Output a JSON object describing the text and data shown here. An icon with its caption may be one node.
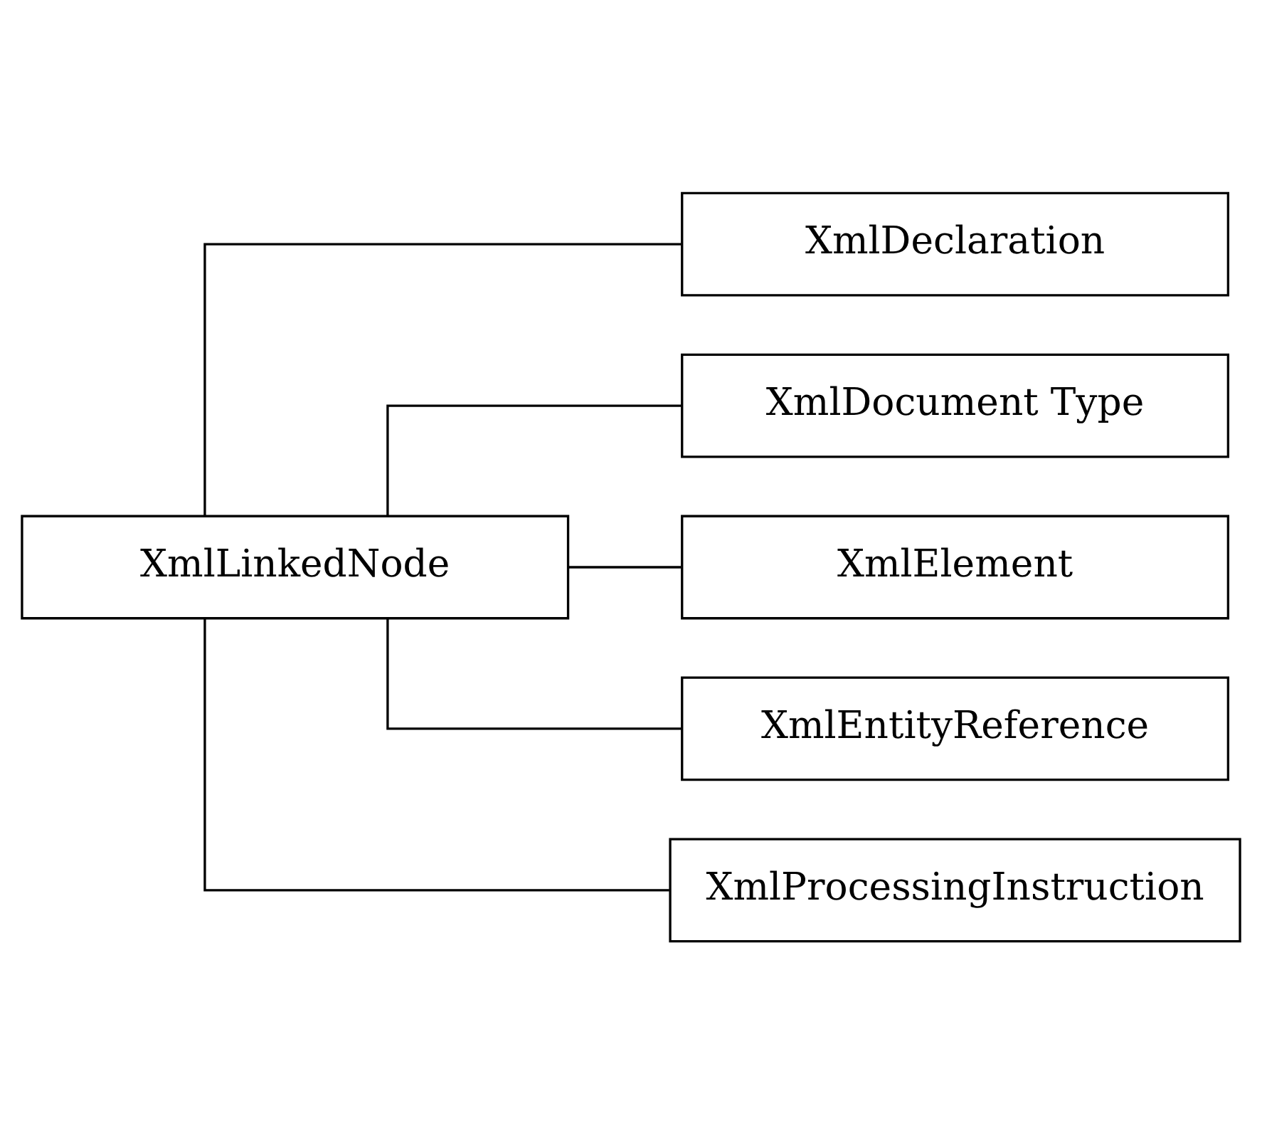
{
  "diagram": {
    "nodes": [
      {
        "text": [
          "XmlLinkedNode"
        ]
      },
      {
        "text": [
          "XmlDeclaration"
        ]
      },
      {
        "text": [
          "XmlDocument Type"
        ]
      },
      {
        "text": [
          "XmlElement"
        ]
      },
      {
        "text": [
          "XmlEntityReference"
        ]
      },
      {
        "text": [
          "XmlProcessingInstruction"
        ]
      }
    ],
    "edges": [
      {
        "from": 0,
        "to": 1,
        "arrow": "none"
      },
      {
        "from": 0,
        "to": 2,
        "arrow": "none"
      },
      {
        "from": 0,
        "to": 3,
        "arrow": "none"
      },
      {
        "from": 0,
        "to": 4,
        "arrow": "none"
      },
      {
        "from": 0,
        "to": 5,
        "arrow": "none"
      }
    ]
  }
}
